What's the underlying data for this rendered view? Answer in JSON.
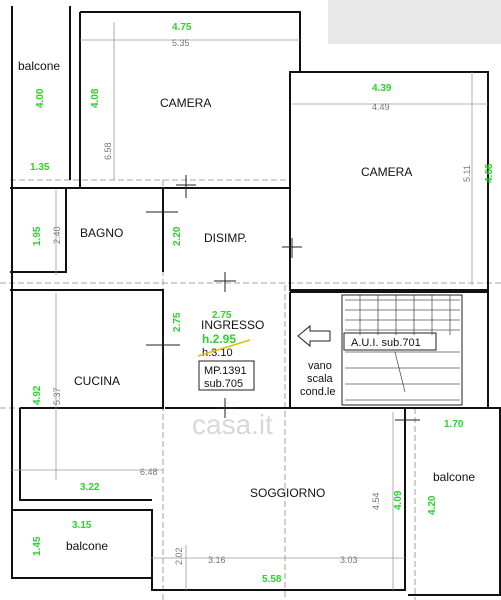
{
  "rooms": {
    "balcone_top": "balcone",
    "camera_left": "CAMERA",
    "camera_right": "CAMERA",
    "bagno": "BAGNO",
    "disimp": "DISIMP.",
    "ingresso": "INGRESSO",
    "cucina": "CUCINA",
    "soggiorno": "SOGGIORNO",
    "balcone_right": "balcone",
    "balcone_bottom": "balcone"
  },
  "heights": {
    "h_new": "h.2.95",
    "h_old": "h.3.10"
  },
  "labels": {
    "mp_line1": "MP.1391",
    "mp_line2": "sub.705",
    "aui": "A.U.I. sub.701",
    "vano1": "vano",
    "vano2": "scala",
    "vano3": "cond.le",
    "watermark": "casa.it"
  },
  "dims_green": {
    "d475": "4.75",
    "d400": "4.00",
    "d408": "4.08",
    "d135": "1.35",
    "d439": "4.39",
    "d466": "4.66",
    "d195": "1.95",
    "d220": "2.20",
    "d275a": "2.75",
    "d275b": "2.75",
    "d492": "4.92",
    "d322": "3.22",
    "d170": "1.70",
    "d409": "4.09",
    "d420": "4.20",
    "d315": "3.15",
    "d145": "1.45",
    "d558": "5.58"
  },
  "dims_gray": {
    "g535": "5.35",
    "g658": "6.58",
    "g449": "4.49",
    "g511": "5.11",
    "g240": "2.40",
    "g537": "5.37",
    "g648": "6.48",
    "g454": "4.54",
    "g202": "2.02",
    "g316": "3.16",
    "g303": "3.03"
  }
}
